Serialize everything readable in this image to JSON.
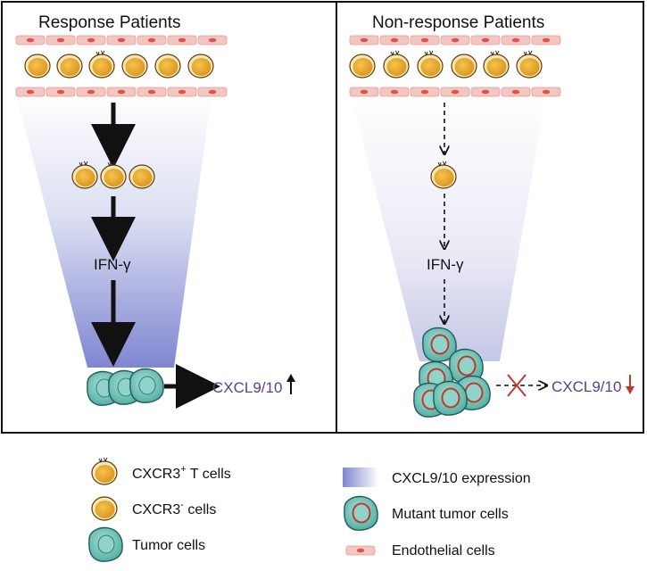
{
  "panels": {
    "left": {
      "title": "Response Patients",
      "ifn": "IFN-γ",
      "cxcl": "CXCL9/10"
    },
    "right": {
      "title": "Non-response Patients",
      "ifn": "IFN-γ",
      "cxcl": "CXCL9/10"
    }
  },
  "legend": {
    "cxcr3_pos": {
      "main": "CXCR3",
      "sup": "+",
      "rest": " T cells"
    },
    "cxcr3_neg": {
      "main": "CXCR3",
      "sup": "-",
      "rest": " cells"
    },
    "tumor": "Tumor cells",
    "expression": "CXCL9/10 expression",
    "mutant": "Mutant tumor cells",
    "endothelial": "Endothelial cells"
  },
  "colors": {
    "tcell_fill": "#e8a92c",
    "tcell_stroke": "#6b4a10",
    "endo_fill": "#f2c3bf",
    "endo_nucleus": "#d9534f",
    "tumor_fill": "#6fc3b8",
    "tumor_stroke": "#1f5e58",
    "mutant_ring": "#c0392b",
    "cxcl_text": "#5b3f8c",
    "up_arrow": "#111111",
    "down_arrow": "#c0392b",
    "gradient_top": "#ffffff",
    "gradient_bottom": "#7f86d0"
  }
}
